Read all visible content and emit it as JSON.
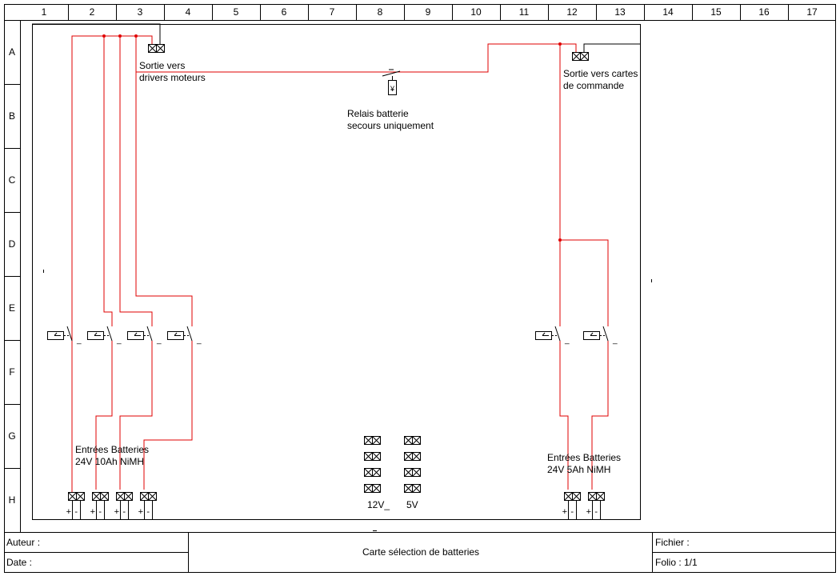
{
  "columns": [
    "1",
    "2",
    "3",
    "4",
    "5",
    "6",
    "7",
    "8",
    "9",
    "10",
    "11",
    "12",
    "13",
    "14",
    "15",
    "16",
    "17"
  ],
  "rows": [
    "A",
    "B",
    "C",
    "D",
    "E",
    "F",
    "G",
    "H"
  ],
  "labels": {
    "out_motor_line1": "Sortie vers",
    "out_motor_line2": "drivers moteurs",
    "out_cmd_line1": "Sortie vers cartes",
    "out_cmd_line2": "de commande",
    "relay_line1": "Relais batterie",
    "relay_line2": "secours uniquement",
    "batt_left_line1": "Entrées Batteries",
    "batt_left_line2": "24V 10Ah NiMH",
    "batt_right_line1": "Entrées Batteries",
    "batt_right_line2": "24V 5Ah NiMH",
    "v12": "12V_",
    "v5": "5V",
    "plus": "+",
    "minus": "-",
    "switch_dash": "_"
  },
  "title_block": {
    "author_label": "Auteur :",
    "date_label": "Date :",
    "title": "Carte sélection de batteries",
    "file_label": "Fichier :",
    "folio_label": "Folio : 1/1"
  },
  "colors": {
    "wire": "#e00000",
    "line": "#000000"
  }
}
